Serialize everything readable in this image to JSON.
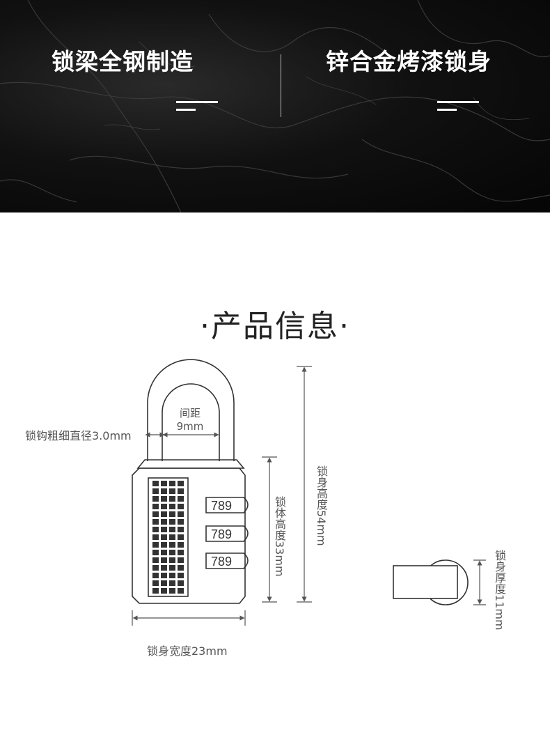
{
  "banner": {
    "left_feature": "锁梁全钢制造",
    "right_feature": "锌合金烤漆锁身"
  },
  "section_title": "·产品信息·",
  "dimensions": {
    "shackle_gap_label": "间距",
    "shackle_gap_value": "9mm",
    "shackle_thickness": "锁钩粗细直径3.0mm",
    "body_height": "锁体高度33mm",
    "total_height": "锁身高度54mm",
    "body_width": "锁身宽度23mm",
    "body_thickness": "锁身厚度11mm"
  },
  "dials": [
    "789",
    "789",
    "789"
  ],
  "colors": {
    "banner_bg": "#0a0a0a",
    "line": "#555555",
    "text": "#222222"
  }
}
